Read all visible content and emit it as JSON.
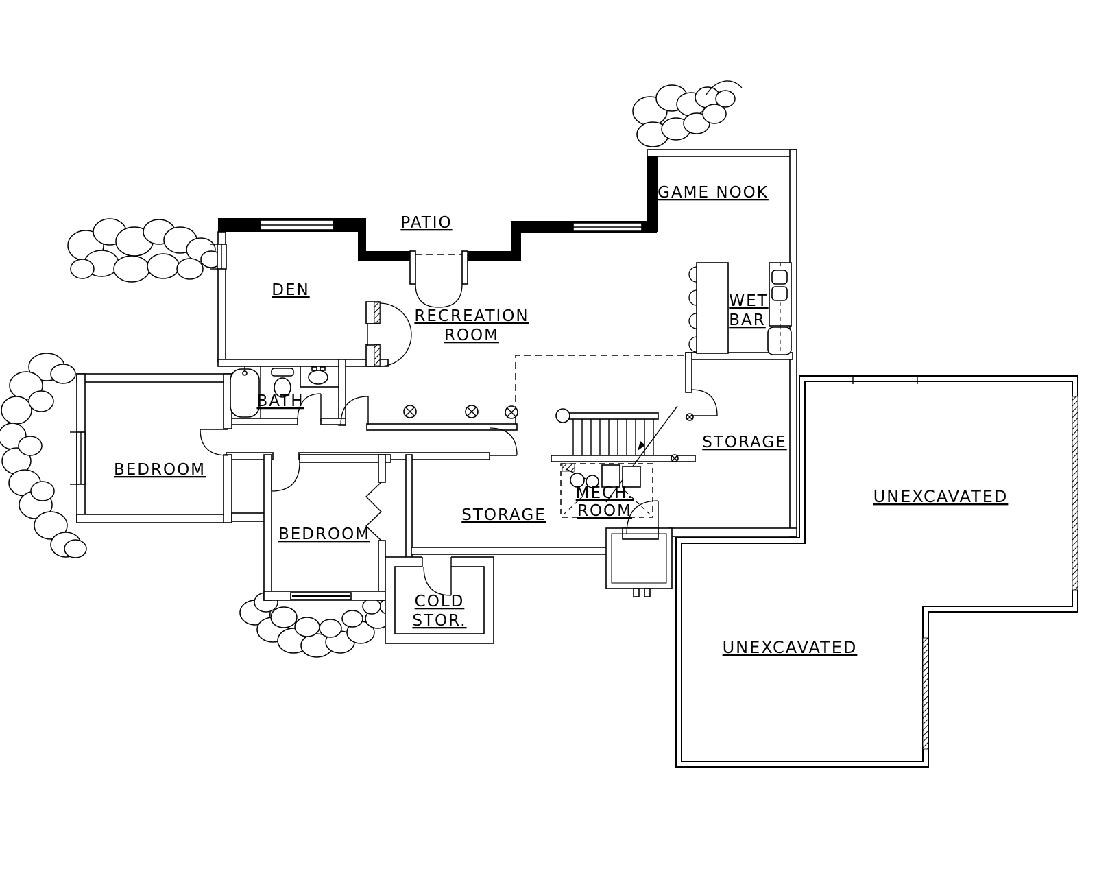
{
  "colors": {
    "ink": "#000000",
    "paper": "#ffffff"
  },
  "rooms": {
    "game_nook": {
      "label": "GAME NOOK"
    },
    "patio": {
      "label": "PATIO"
    },
    "den": {
      "label": "DEN"
    },
    "recreation_room": {
      "line1": "RECREATION",
      "line2": "ROOM"
    },
    "wet_bar": {
      "line1": "WET",
      "line2": "BAR"
    },
    "bath": {
      "label": "BATH"
    },
    "bedroom_left": {
      "label": "BEDROOM"
    },
    "bedroom_lower": {
      "label": "BEDROOM"
    },
    "storage_middle": {
      "label": "STORAGE"
    },
    "storage_right": {
      "label": "STORAGE"
    },
    "mech_room": {
      "line1": "MECH.",
      "line2": "ROOM"
    },
    "cold_storage": {
      "line1": "COLD",
      "line2": "STOR."
    },
    "unexcavated_upper": {
      "label": "UNEXCAVATED"
    },
    "unexcavated_lower": {
      "label": "UNEXCAVATED"
    }
  }
}
